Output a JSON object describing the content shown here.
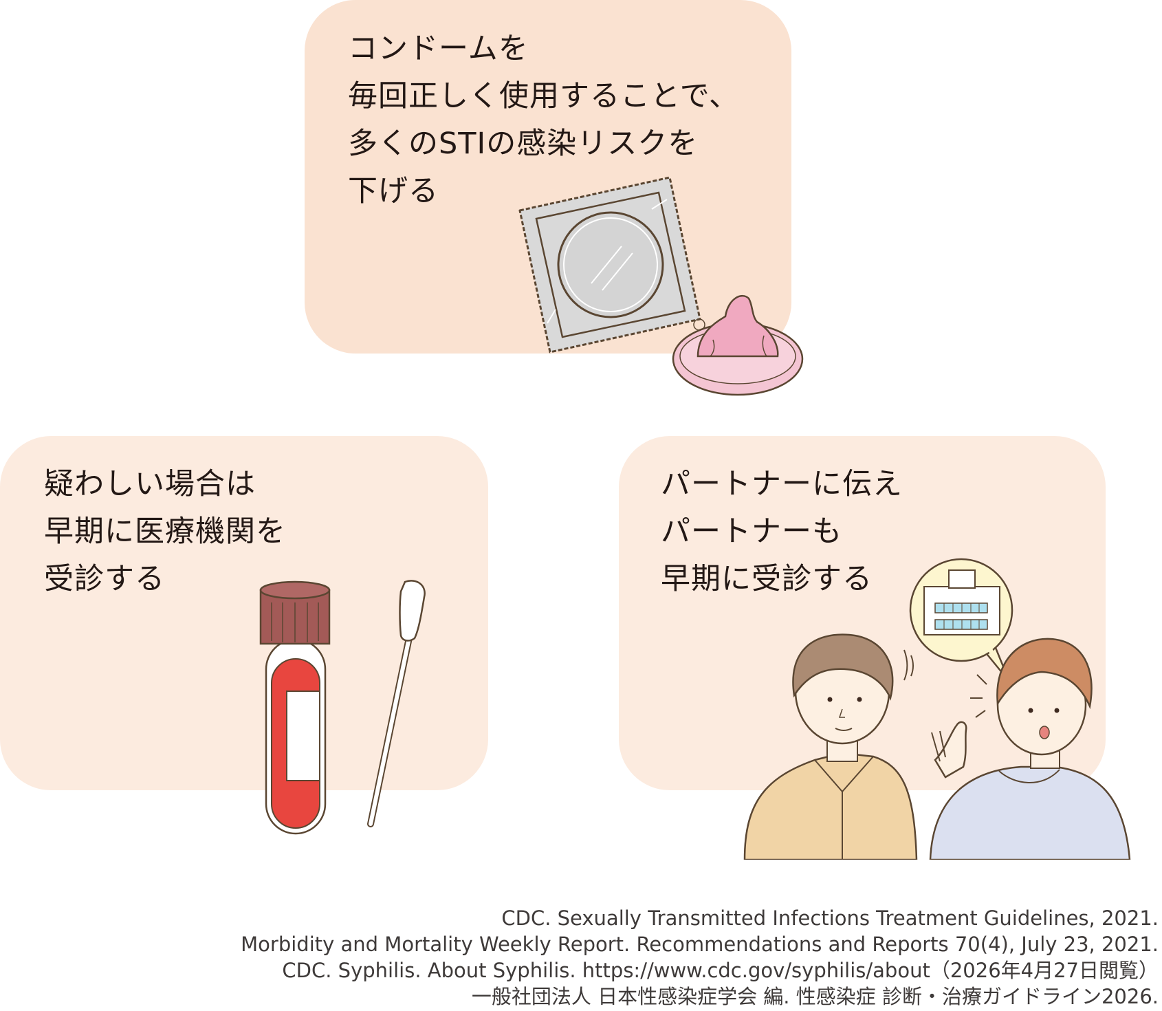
{
  "cards": {
    "condom": {
      "text": "コンドームを\n毎回正しく使用することで、\n多くのSTIの感染リスクを\n下げる"
    },
    "testing": {
      "text": "疑わしい場合は\n早期に医療機関を\n受診する"
    },
    "partner": {
      "text": "パートナーに伝え\nパートナーも\n早期に受診する"
    }
  },
  "references": [
    "CDC. Sexually Transmitted Infections Treatment Guidelines, 2021.",
    "Morbidity and Mortality Weekly Report. Recommendations and Reports 70(4), July 23, 2021.",
    "CDC. Syphilis. About Syphilis. https://www.cdc.gov/syphilis/about（2026年4月27日閲覧）",
    "一般社団法人 日本性感染症学会 編. 性感染症 診断・治療ガイドライン2026."
  ],
  "icons": {
    "condom_package": "condom-package-illustration",
    "condom": "condom-illustration",
    "blood_tube": "blood-sample-tube-illustration",
    "swab": "cotton-swab-illustration",
    "speech_bubble": "hospital-speech-bubble-illustration",
    "people": "two-people-talking-illustration"
  },
  "colors": {
    "card_condom": "#fae2d1",
    "card_other": "#fcebdf",
    "line": "#5a4632",
    "blood": "#e8463f",
    "cap": "#a35a57",
    "condom_pink": "#f4c5d3",
    "package_gray": "#d9d9d9"
  }
}
